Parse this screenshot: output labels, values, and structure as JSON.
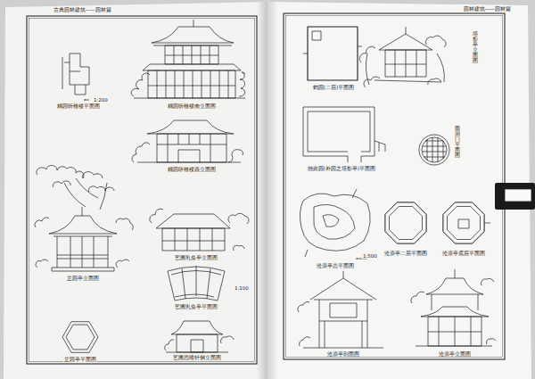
{
  "diagram": {
    "labels": [
      "古典园林建筑——园林篇",
      "园林建筑——园林篇",
      "耦园听橹楼平面图",
      "耦园听橹楼南立面图",
      "耦园听橹楼西立面图",
      "1:200",
      "芷园亭立面图",
      "艺圃乳鱼亭立面图",
      "1:100",
      "艺圃乳鱼亭平面图",
      "芷园亭平面图",
      "艺圃思嗜轩侧立面图",
      "鹤园(二层)平面图",
      "拙政园(补园之塔影亭)平面图",
      "塔影亭立面图",
      "圆洞门平面图",
      "沧浪亭总平面图",
      "1:500",
      "沧浪亭二层平面图",
      "沧浪亭底层平面图",
      "沧浪亭剖面图",
      "沧浪亭立面图"
    ]
  }
}
